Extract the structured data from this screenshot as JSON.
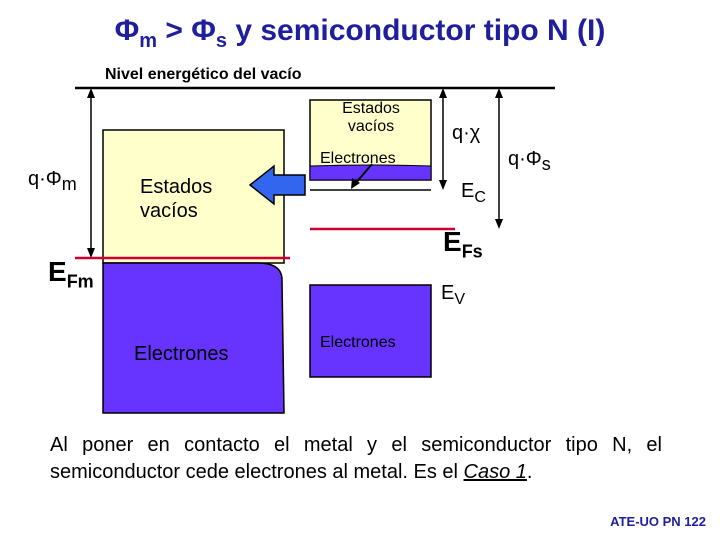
{
  "title": {
    "phi1": "Φ",
    "sub1": "m",
    "gt": " > ",
    "phi2": "Φ",
    "sub2": "s",
    "rest": " y semiconductor tipo N (I)"
  },
  "vacuum_label": "Nivel energético del vacío",
  "metal": {
    "work_function_label": "q·Φ",
    "work_function_sub": "m",
    "empty_states": "Estados vacíos",
    "fermi_main": "E",
    "fermi_sub": "Fm",
    "electrons": "Electrones"
  },
  "semiconductor": {
    "empty_states": "Estados vacíos",
    "electrons_conduction": "Electrones",
    "affinity_label": "q·χ",
    "work_function_label": "q·Φ",
    "work_function_sub": "s",
    "ec_main": "E",
    "ec_sub": "C",
    "fermi_main": "E",
    "fermi_sub": "Fs",
    "ev_main": "E",
    "ev_sub": "V",
    "electrons_valence": "Electrones"
  },
  "explanation": {
    "text": "Al poner en contacto el metal y el semiconductor tipo N, el semiconductor cede electrones al metal. Es el ",
    "case": "Caso 1",
    "end": "."
  },
  "footer": "ATE-UO PN 122",
  "colors": {
    "title": "#1f1f9e",
    "empty_fill": "#ffffcc",
    "electron_fill": "#6633ff",
    "fermi_line": "#cc0033",
    "arrow": "#3366ee"
  }
}
